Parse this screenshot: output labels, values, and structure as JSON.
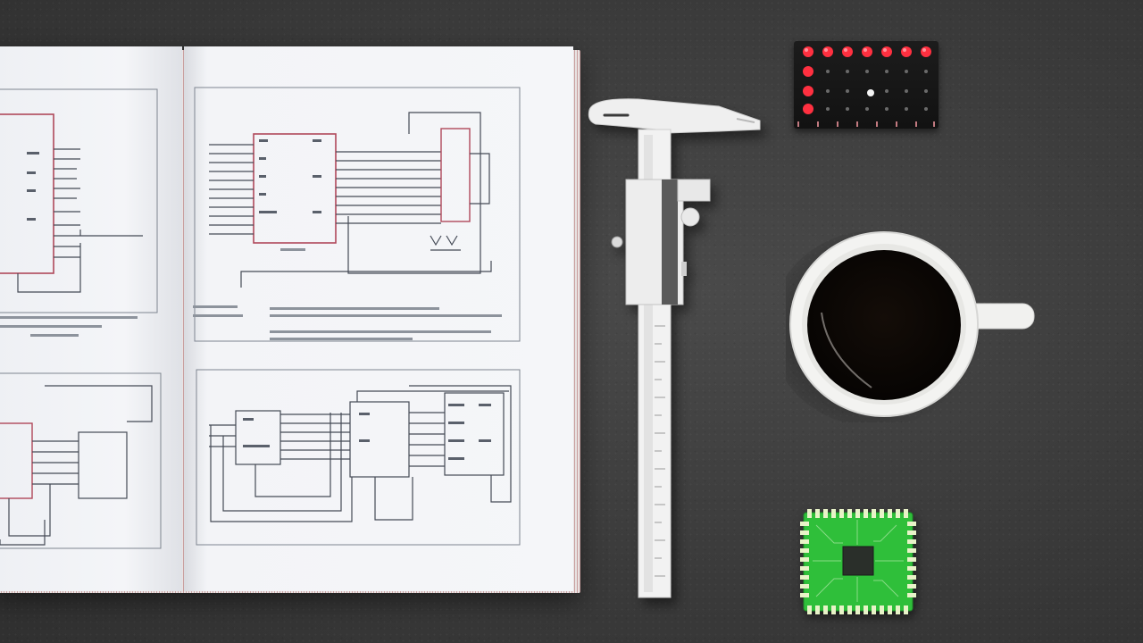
{
  "scene": {
    "description_objects": [
      "open-book",
      "caliper",
      "led-module",
      "coffee-cup",
      "chip-board"
    ]
  },
  "colors": {
    "table_surface": "#3b3b3b",
    "paper": "#f4f5f8",
    "schematic_chip_outline": "#b0485a",
    "schematic_line": "#444a55",
    "caliper_body": "#efefef",
    "led_red": "#ff3040",
    "coffee": "#0c0906",
    "cup": "#f3f3f1",
    "pcb_green": "#2fbf3a"
  },
  "icons": {
    "book": "schematic-book-icon",
    "caliper": "vernier-caliper-icon",
    "led": "led-matrix-icon",
    "cup": "coffee-cup-icon",
    "chip": "microchip-icon"
  }
}
